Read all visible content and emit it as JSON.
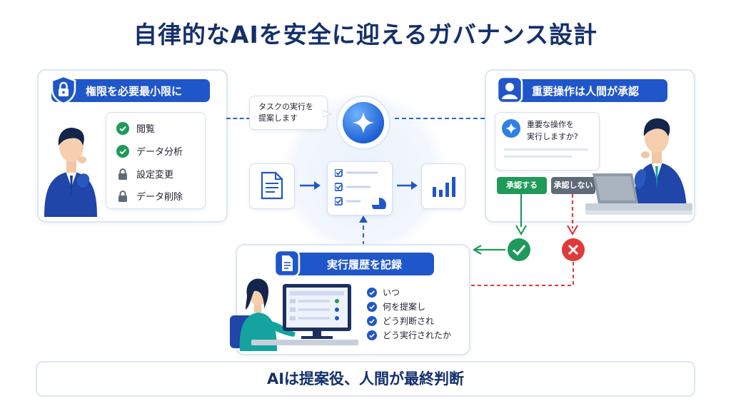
{
  "title": "自律的なAIを安全に迎えるガバナンス設計",
  "left_panel": {
    "heading": "権限を必要最小限に",
    "permissions": [
      {
        "label": "閲覧",
        "state": "allowed"
      },
      {
        "label": "データ分析",
        "state": "allowed"
      },
      {
        "label": "設定変更",
        "state": "locked"
      },
      {
        "label": "データ削除",
        "state": "locked"
      }
    ]
  },
  "center": {
    "speech_bubble": "タスクの実行を\n提案します"
  },
  "right_panel": {
    "heading": "重要操作は人間が承認",
    "dialog_text": "重要な操作を\n実行しますか?",
    "approve_label": "承認する",
    "reject_label": "承認しない"
  },
  "bottom_panel": {
    "heading": "実行履歴を記録",
    "log_items": [
      "いつ",
      "何を提案し",
      "どう判断され",
      "どう実行されたか"
    ]
  },
  "footer_text": "AIは提案役、人間が最終判断",
  "colors": {
    "primary": "#1f56c9",
    "approve": "#1f9a5a",
    "reject": "#e03a3a",
    "title": "#14306b"
  }
}
